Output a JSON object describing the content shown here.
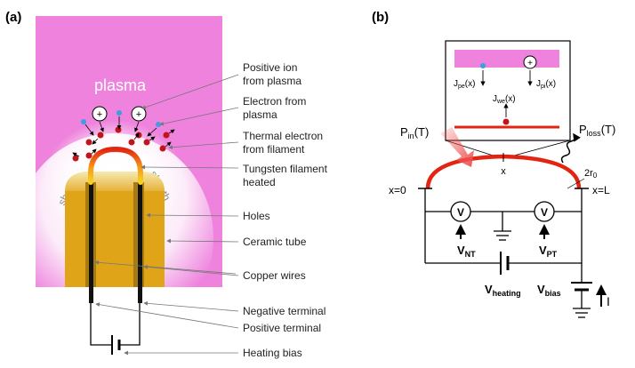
{
  "panel_a": {
    "label": "(a)",
    "plasma_label": "plasma",
    "sheath_left": "sheath",
    "sheath_right": "sheath",
    "ion_symbol": "+",
    "callouts": {
      "positive_ion_1": "Positive ion",
      "positive_ion_2": "from plasma",
      "electron_plasma_1": "Electron from",
      "electron_plasma_2": "plasma",
      "thermal_electron_1": "Thermal electron",
      "thermal_electron_2": "from filament",
      "filament_1": "Tungsten filament",
      "filament_2": "heated",
      "holes": "Holes",
      "ceramic_tube": "Ceramic tube",
      "copper_wires": "Copper wires",
      "negative_terminal": "Negative terminal",
      "positive_terminal": "Positive terminal",
      "heating_bias": "Heating bias"
    },
    "colors": {
      "plasma": "#ee82dd",
      "ceramic": "#e0a418",
      "ceramic_dark": "#a87a10",
      "filament_hot": "#e32412",
      "filament_warm": "#f5c21b",
      "electron_plasma": "#3b9fe0",
      "electron_thermal": "#c0151a"
    }
  },
  "panel_b": {
    "label": "(b)",
    "inset": {
      "ion_symbol": "+",
      "j_pe": "J",
      "j_pe_sub": "pe",
      "j_pe_arg": "(x)",
      "j_pi": "J",
      "j_pi_sub": "pi",
      "j_pi_arg": "(x)",
      "j_we": "J",
      "j_we_sub": "we",
      "j_we_arg": "(x)"
    },
    "p_in": "P",
    "p_in_sub": "in",
    "p_in_arg": "(T)",
    "p_loss": "P",
    "p_loss_sub": "loss",
    "p_loss_arg": "(T)",
    "x_mark": "x",
    "x0": "x=0",
    "xL": "x=L",
    "radius": "2r",
    "radius_sub": "0",
    "meter_symbol": "V",
    "v_nt": "V",
    "v_nt_sub": "NT",
    "v_pt": "V",
    "v_pt_sub": "PT",
    "v_heating": "V",
    "v_heating_sub": "heating",
    "v_bias": "V",
    "v_bias_sub": "bias",
    "current": "I",
    "colors": {
      "filament": "#e32412",
      "plasma": "#ee82dd",
      "arrow_in": "#ef5252"
    }
  }
}
